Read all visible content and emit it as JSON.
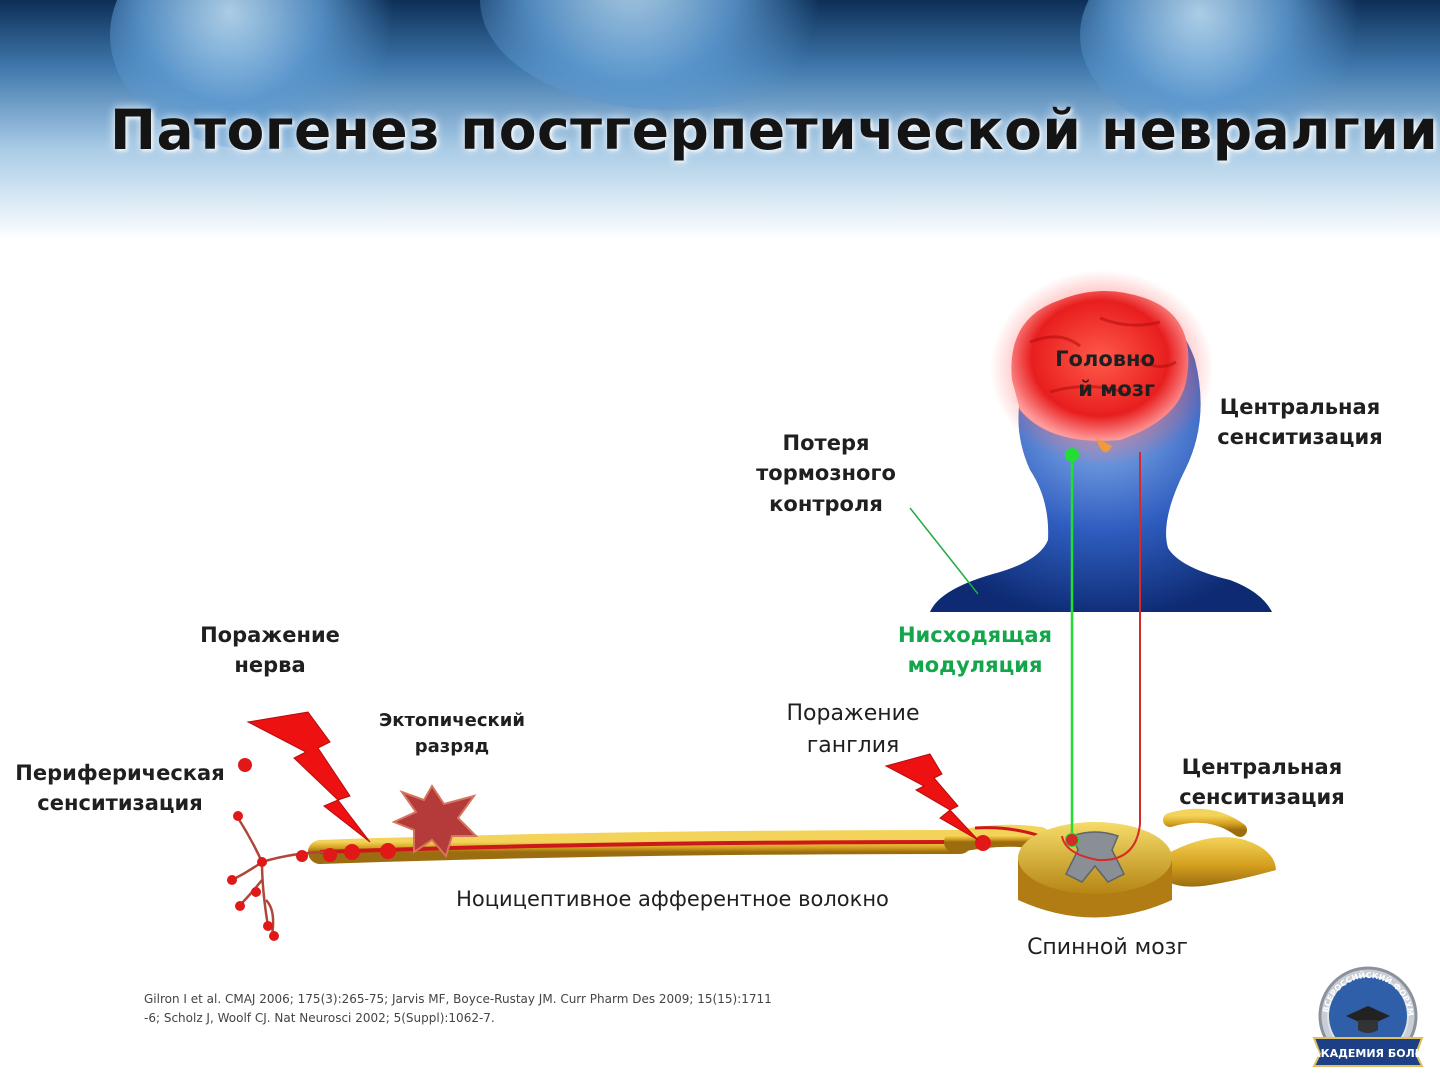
{
  "title": "Патогенез постгерпетической невралгии",
  "labels": {
    "brain": "Головно\nй мозг",
    "central_sensitization_top": "Центральная\nсенситизация",
    "loss_inhibitory_control": "Потеря\nтормозного\nконтроля",
    "descending_modulation": "Нисходящая\nмодуляция",
    "nerve_damage": "Поражение\nнерва",
    "ectopic_discharge": "Эктопический\nразряд",
    "ganglion_damage": "Поражение\nганглия",
    "central_sensitization_bottom": "Центральная\nсенситизация",
    "peripheral_sensitization": "Периферическая\nсенситизация",
    "fiber": "Ноцицептивное афферентное волокно",
    "spinal_cord": "Спинной мозг"
  },
  "references": {
    "line1": "Gilron I et al. CMAJ 2006; 175(3):265-75; Jarvis MF, Boyce-Rustay JM. Curr Pharm Des 2009; 15(15):1711",
    "line2": "-6; Scholz J, Woolf CJ. Nat Neurosci 2002; 5(Suppl):1062-7."
  },
  "logo": {
    "top_text": "ВСЕРОССИЙСКИЙ ФОРУМ",
    "ribbon": "АКАДЕМИЯ БОЛИ"
  },
  "colors": {
    "descending_path": "#22dd33",
    "ascending_path": "#d42a2a",
    "nerve_fiber": "#d9a72a",
    "lightning": "#ee1111",
    "brain": "#ee2222",
    "head": "#1d4ba0"
  }
}
